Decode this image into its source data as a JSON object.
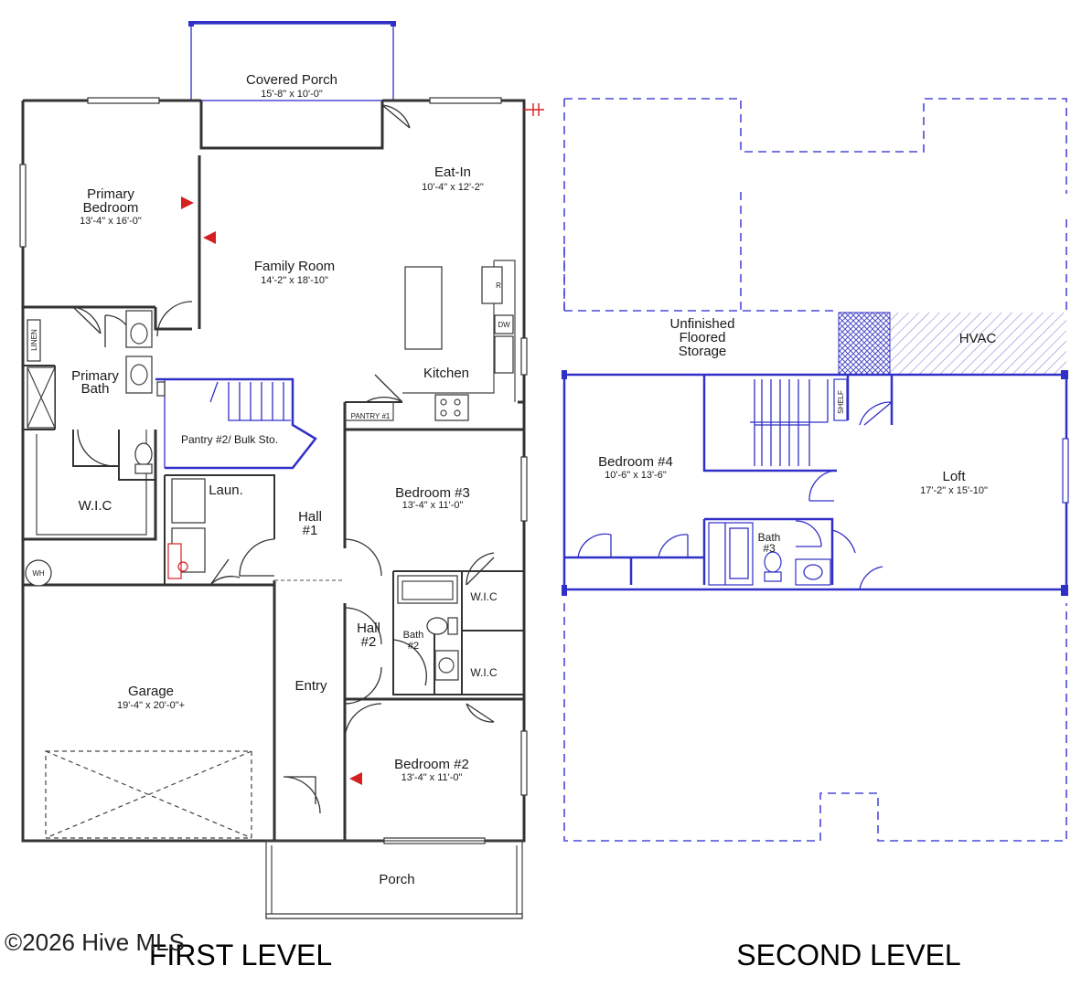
{
  "first_level": {
    "title": "FIRST LEVEL",
    "rooms": {
      "covered_porch": {
        "name": "Covered Porch",
        "dims": "15'-8\" x 10'-0\""
      },
      "eat_in": {
        "name": "Eat-In",
        "dims": "10'-4\" x 12'-2\""
      },
      "primary_bedroom": {
        "name1": "Primary",
        "name2": "Bedroom",
        "dims": "13'-4\" x 16'-0\""
      },
      "family_room": {
        "name": "Family Room",
        "dims": "14'-2\" x 18'-10\""
      },
      "kitchen": {
        "name": "Kitchen"
      },
      "primary_bath": {
        "name1": "Primary",
        "name2": "Bath"
      },
      "linen": {
        "name": "LINEN"
      },
      "pantry1": {
        "name": "PANTRY #1"
      },
      "pantry2": {
        "name": "Pantry #2/ Bulk Sto."
      },
      "wic_primary": {
        "name": "W.I.C"
      },
      "laundry": {
        "name": "Laun."
      },
      "hall1": {
        "name1": "Hall",
        "name2": "#1"
      },
      "bedroom3": {
        "name": "Bedroom #3",
        "dims": "13'-4\" x 11'-0\""
      },
      "wh": {
        "name": "WH"
      },
      "wic_b3": {
        "name": "W.I.C"
      },
      "hall2": {
        "name1": "Hall",
        "name2": "#2"
      },
      "bath2": {
        "name1": "Bath",
        "name2": "#2"
      },
      "wic_b2": {
        "name": "W.I.C"
      },
      "garage": {
        "name": "Garage",
        "dims": "19'-4\" x 20'-0\"+"
      },
      "entry": {
        "name": "Entry"
      },
      "bedroom2": {
        "name": "Bedroom #2",
        "dims": "13'-4\" x 11'-0\""
      },
      "porch": {
        "name": "Porch"
      },
      "ref": {
        "name": "R"
      },
      "dw": {
        "name": "DW"
      }
    }
  },
  "second_level": {
    "title": "SECOND LEVEL",
    "rooms": {
      "storage": {
        "name1": "Unfinished",
        "name2": "Floored",
        "name3": "Storage"
      },
      "hvac": {
        "name": "HVAC"
      },
      "bedroom4": {
        "name": "Bedroom #4",
        "dims": "10'-6\" x 13'-6\""
      },
      "loft": {
        "name": "Loft",
        "dims": "17'-2\" x 15'-10\""
      },
      "bath3": {
        "name1": "Bath",
        "name2": "#3"
      },
      "shelf": {
        "name": "SHELF"
      }
    }
  },
  "watermark": "©2026 Hive MLS",
  "colors": {
    "wall": "#333333",
    "upper_wall": "#3030c8",
    "dashed": "#4a4ad8",
    "marker": "#d42020"
  }
}
